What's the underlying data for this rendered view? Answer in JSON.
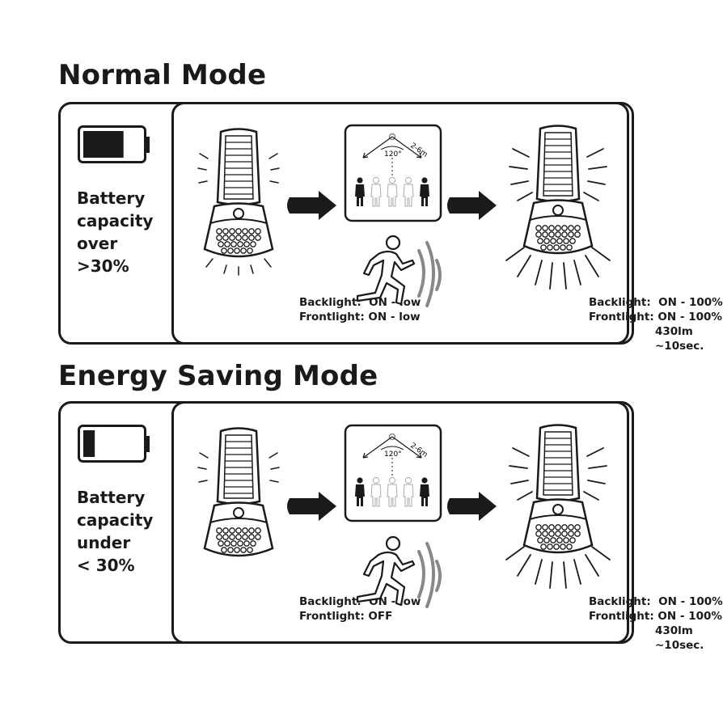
{
  "normal_mode": {
    "title": "Normal Mode",
    "battery_label": "Battery\ncapacity\nover\n>30%",
    "battery_level": 0.7,
    "before": "Backlight:  ON - low\nFrontlight: ON - low",
    "after": "Backlight:  ON - 100%\nFrontlight: ON - 100%",
    "lumen": "430lm ~10sec."
  },
  "saving_mode": {
    "title": "Energy Saving Mode",
    "battery_label": "Battery\ncapacity\nunder\n< 30%",
    "battery_level": 0.2,
    "before": "Backlight:  ON - low\nFrontlight: OFF",
    "after": "Backlight:  ON - 100%\nFrontlight: ON - 100%",
    "lumen": "430lm ~10sec."
  },
  "sensor": {
    "range": "2-6m",
    "angle": "120°"
  },
  "icons": [
    "battery-icon",
    "solar-lamp-icon",
    "arrow-right-icon",
    "motion-sensor-icon",
    "running-person-icon"
  ]
}
